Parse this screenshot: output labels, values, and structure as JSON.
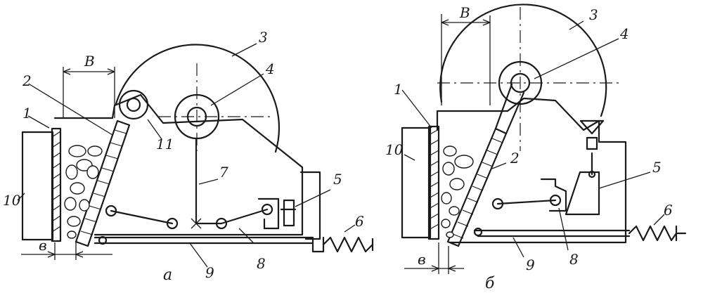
{
  "diagram_a": {
    "caption": "а",
    "labels": {
      "l1": "1",
      "l2": "2",
      "l3": "3",
      "l4": "4",
      "l5": "5",
      "l6": "6",
      "l7": "7",
      "l8": "8",
      "l9": "9",
      "l10": "10",
      "l11": "11",
      "width_top": "B",
      "width_bottom": "в"
    }
  },
  "diagram_b": {
    "caption": "б",
    "labels": {
      "l1": "1",
      "l2": "2",
      "l3": "3",
      "l4": "4",
      "l5": "5",
      "l6": "6",
      "l8": "8",
      "l9": "9",
      "l10": "10",
      "width_top": "B",
      "width_bottom": "в"
    }
  }
}
